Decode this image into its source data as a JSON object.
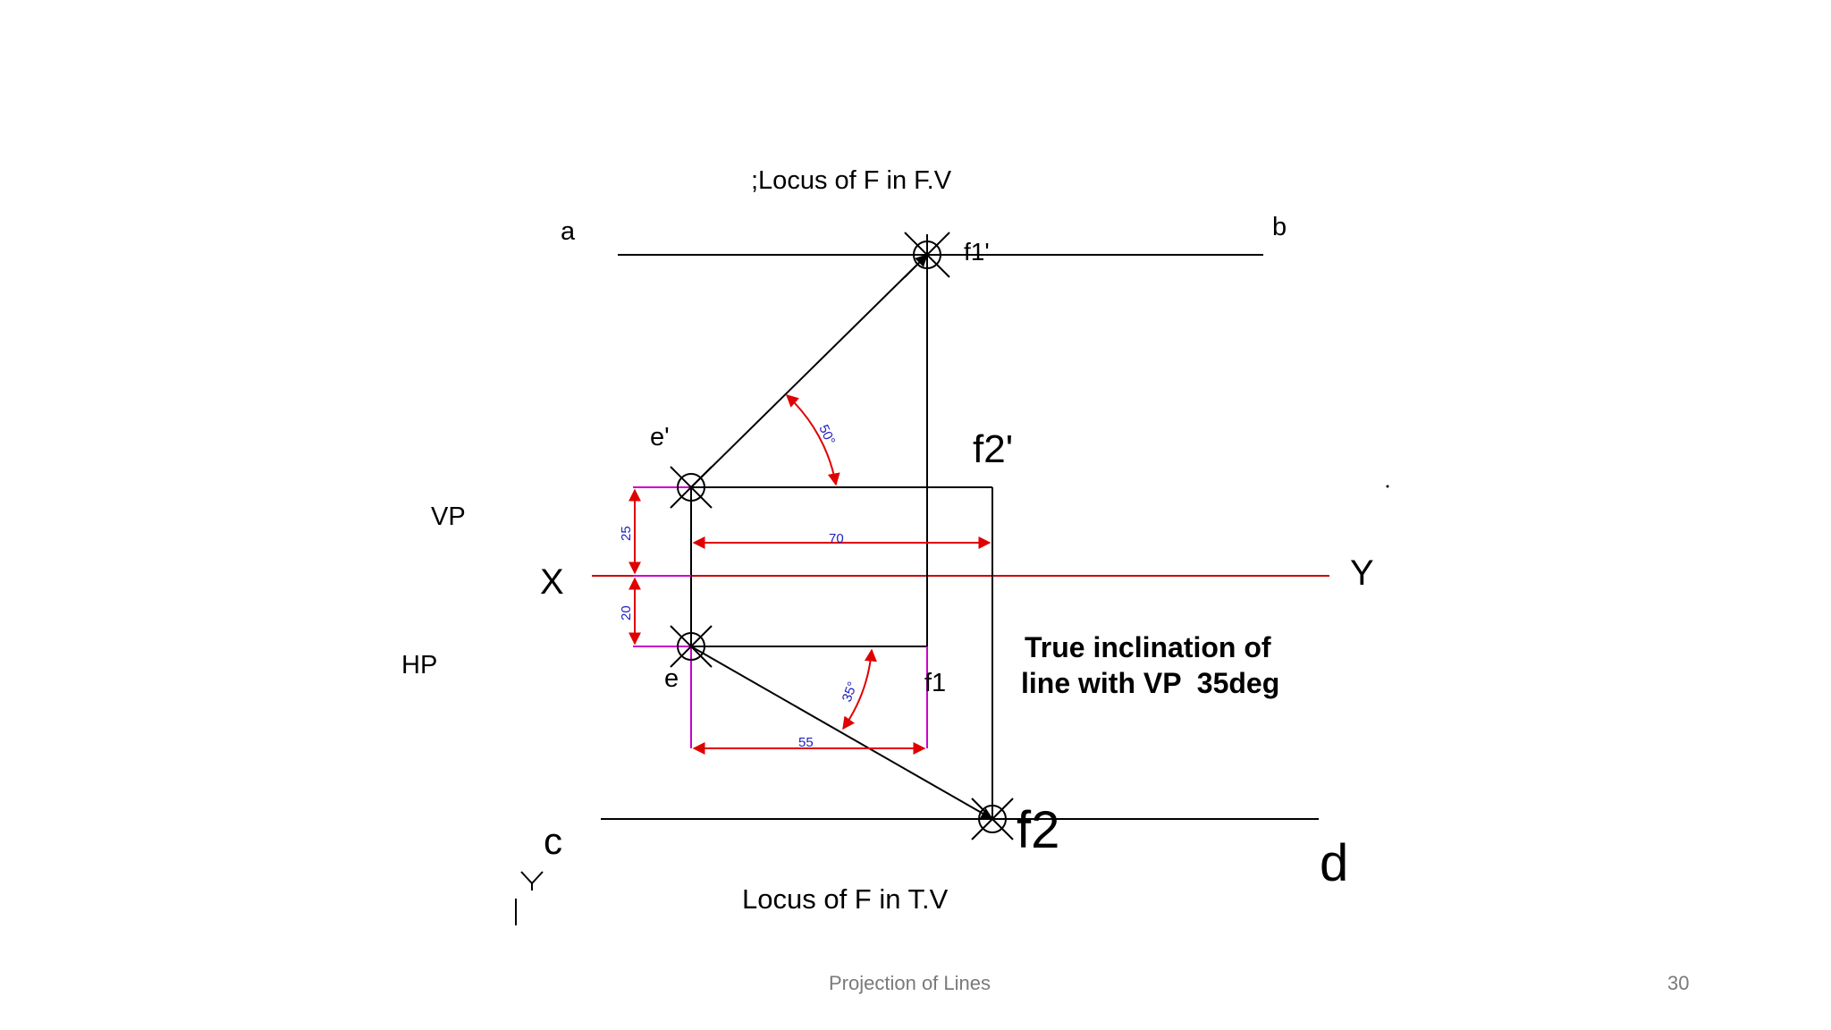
{
  "labels": {
    "locus_fv": ";Locus of F in F.V",
    "locus_tv": "Locus of F in T.V",
    "a": "a",
    "b": "b",
    "c": "c",
    "d": "d",
    "f1_prime": "f1'",
    "f2_prime": "f2'",
    "e_prime": "e'",
    "e": "e",
    "f1": "f1",
    "f2": "f2",
    "vp": "VP",
    "hp": "HP",
    "x": "X",
    "y": "Y",
    "true_inclination_line1": "True inclination of",
    "true_inclination_line2": "line with VP  35deg"
  },
  "dimensions": {
    "dim_25": "25",
    "dim_20": "20",
    "dim_70": "70",
    "dim_55": "55",
    "angle_50": "50°",
    "angle_35": "35°"
  },
  "footer": {
    "title": "Projection of Lines",
    "page_number": "30"
  },
  "colors": {
    "line": "#000000",
    "xy_line": "#cc0000",
    "dimension": "#e00000",
    "projector": "#cc00cc",
    "dim_text": "#2020c0"
  }
}
